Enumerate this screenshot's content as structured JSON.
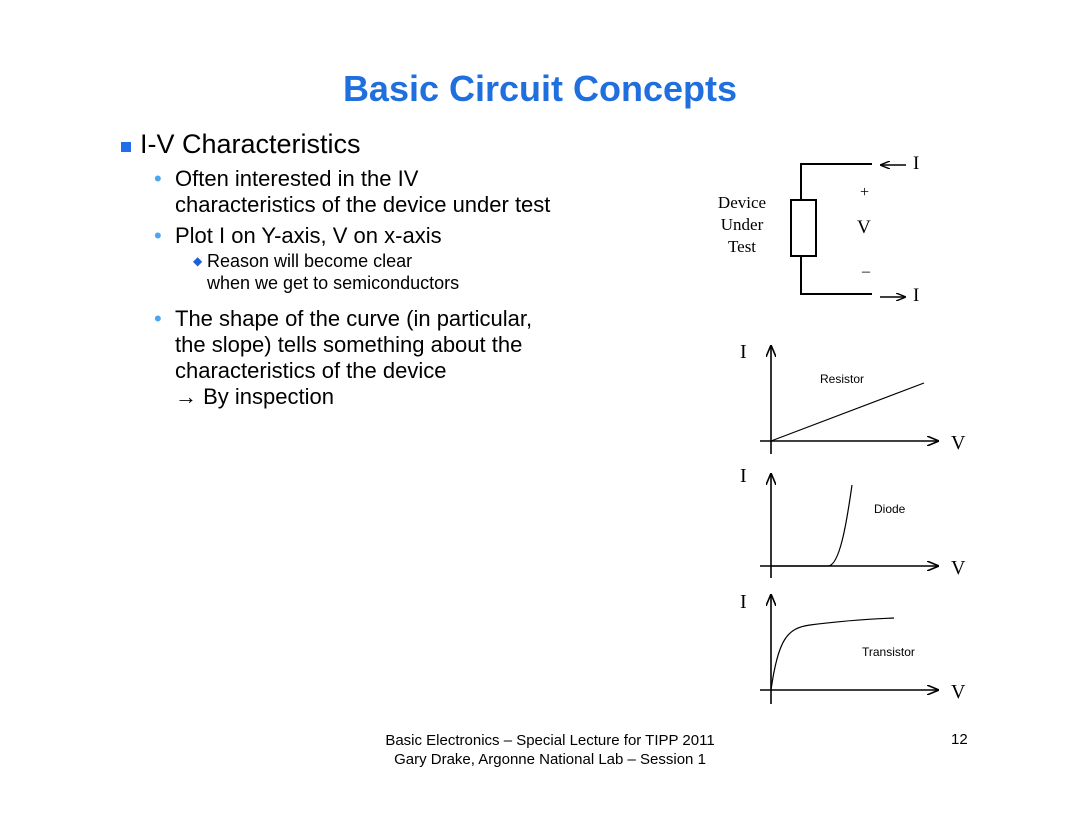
{
  "slide": {
    "title": "Basic Circuit Concepts",
    "heading": "I-V Characteristics",
    "bullets": [
      {
        "lines": [
          "Often interested in the IV",
          "characteristics of the device under test"
        ]
      },
      {
        "lines": [
          "Plot I on Y-axis, V on x-axis"
        ]
      },
      {
        "lines": [
          "The shape of the curve (in particular,",
          "the slope) tells something about the",
          "characteristics of the device",
          "→ By inspection"
        ]
      }
    ],
    "sub_bullet": {
      "lines": [
        "Reason will become clear",
        "when we get to semiconductors"
      ]
    }
  },
  "circuit": {
    "device_label": [
      "Device",
      "Under",
      "Test"
    ],
    "current_label": "I",
    "voltage_label": "V",
    "plus": "+",
    "minus": "–"
  },
  "graphs": {
    "y_label": "I",
    "x_label": "V",
    "resistor_label": "Resistor",
    "diode_label": "Diode",
    "transistor_label": "Transistor"
  },
  "footer": {
    "line1": "Basic Electronics – Special Lecture for TIPP 2011",
    "line2": "Gary Drake, Argonne National Lab – Session 1",
    "page_number": "12"
  },
  "colors": {
    "title": "#1f6fdf",
    "square_bullet": "#1e6fe8",
    "dot_bullet": "#4aa6f2",
    "diamond_bullet": "#1e5fd8"
  }
}
